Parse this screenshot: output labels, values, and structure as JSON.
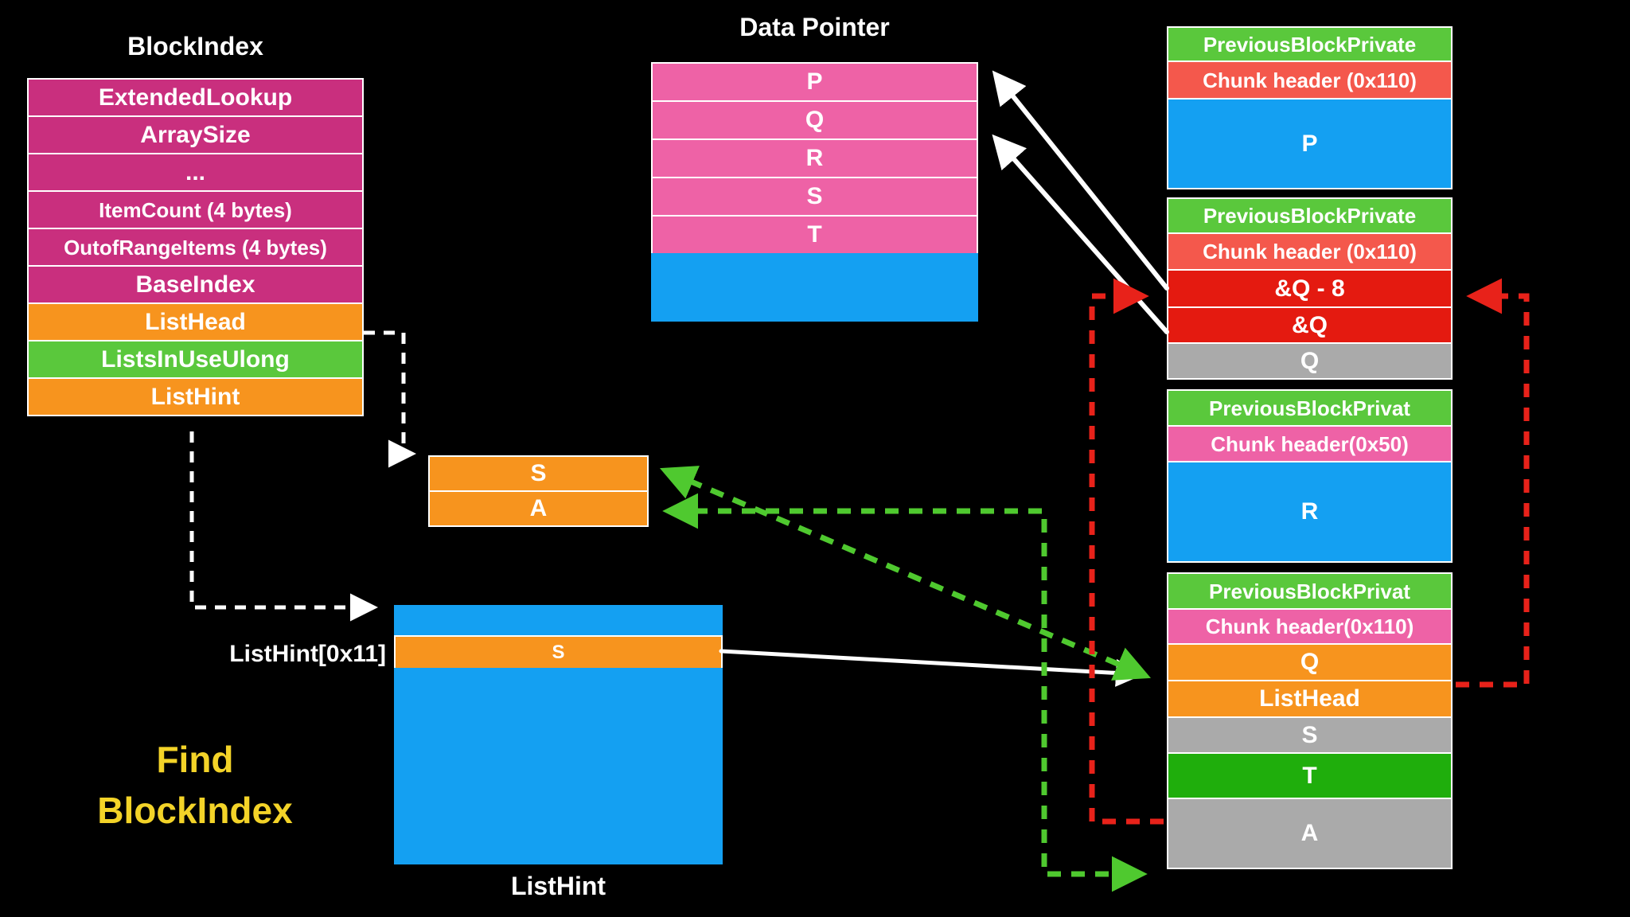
{
  "palette": {
    "background": "#000000",
    "magenta": "#C92F7E",
    "orange": "#F7941E",
    "bright_green": "#5AC83C",
    "pink": "#EE62A6",
    "salmon": "#F4584C",
    "red": "#E41A10",
    "blue": "#14A0F2",
    "gray": "#AAAAAA",
    "dark_green": "#1FAE0C",
    "yellow_text": "#F3D328",
    "arrow_white": "#FFFFFF",
    "arrow_green": "#4FC92F",
    "arrow_red": "#E8221A"
  },
  "block_index": {
    "title": "BlockIndex",
    "rows": [
      {
        "label": "ExtendedLookup",
        "color": "magenta"
      },
      {
        "label": "ArraySize",
        "color": "magenta"
      },
      {
        "label": "...",
        "color": "magenta"
      },
      {
        "label": "ItemCount (4 bytes)",
        "color": "magenta"
      },
      {
        "label": "OutofRangeItems (4 bytes)",
        "color": "magenta"
      },
      {
        "label": "BaseIndex",
        "color": "magenta"
      },
      {
        "label": "ListHead",
        "color": "orange"
      },
      {
        "label": "ListsInUseUlong",
        "color": "bright_green"
      },
      {
        "label": "ListHint",
        "color": "orange"
      }
    ]
  },
  "data_pointer": {
    "title": "Data Pointer",
    "rows": [
      {
        "label": "P",
        "color": "pink"
      },
      {
        "label": "Q",
        "color": "pink"
      },
      {
        "label": "R",
        "color": "pink"
      },
      {
        "label": "S",
        "color": "pink"
      },
      {
        "label": "T",
        "color": "pink"
      },
      {
        "label": "",
        "color": "blue"
      }
    ]
  },
  "heap_column": {
    "chunks": [
      {
        "rows": [
          {
            "label": "PreviousBlockPrivate",
            "color": "bright_green"
          },
          {
            "label": "Chunk header (0x110)",
            "color": "salmon"
          },
          {
            "label": "P",
            "color": "blue"
          }
        ]
      },
      {
        "rows": [
          {
            "label": "PreviousBlockPrivate",
            "color": "bright_green"
          },
          {
            "label": "Chunk header (0x110)",
            "color": "salmon"
          },
          {
            "label": "&Q - 8",
            "color": "red"
          },
          {
            "label": "&Q",
            "color": "red"
          },
          {
            "label": "Q",
            "color": "gray"
          }
        ]
      },
      {
        "rows": [
          {
            "label": "PreviousBlockPrivat",
            "color": "bright_green"
          },
          {
            "label": "Chunk header(0x50)",
            "color": "pink"
          },
          {
            "label": "R",
            "color": "blue"
          }
        ]
      },
      {
        "rows": [
          {
            "label": "PreviousBlockPrivat",
            "color": "bright_green"
          },
          {
            "label": "Chunk header(0x110)",
            "color": "pink"
          },
          {
            "label": "Q",
            "color": "orange"
          },
          {
            "label": "ListHead",
            "color": "orange"
          },
          {
            "label": "S",
            "color": "gray"
          },
          {
            "label": "T",
            "color": "dark_green"
          },
          {
            "label": "A",
            "color": "gray"
          }
        ]
      }
    ]
  },
  "free_list": {
    "rows": [
      {
        "label": "S",
        "color": "orange"
      },
      {
        "label": "A",
        "color": "orange"
      }
    ]
  },
  "list_hint": {
    "index_label": "ListHint[0x11]",
    "slot_label": "S",
    "caption": "ListHint"
  },
  "caption": {
    "line1": "Find",
    "line2": "BlockIndex"
  }
}
